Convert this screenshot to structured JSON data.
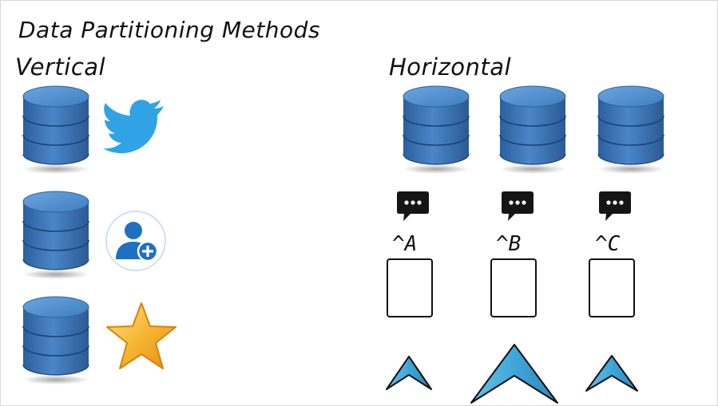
{
  "title": "Data Partitioning Methods",
  "vertical": {
    "heading": "Vertical",
    "icons": [
      "twitter-bird-icon",
      "add-user-icon",
      "star-icon"
    ]
  },
  "horizontal": {
    "heading": "Horizontal",
    "partitions": [
      {
        "label": "^A",
        "icon": "chat-bubble-icon"
      },
      {
        "label": "^B",
        "icon": "chat-bubble-icon"
      },
      {
        "label": "^C",
        "icon": "chat-bubble-icon"
      }
    ]
  },
  "colors": {
    "database_body": "#3a73b5",
    "database_top": "#5a98d6",
    "twitter_blue": "#2fa3e6",
    "user_blue": "#1f6fc2",
    "star_orange": "#f5a623",
    "arrow_blue": "#3fa6d9"
  }
}
